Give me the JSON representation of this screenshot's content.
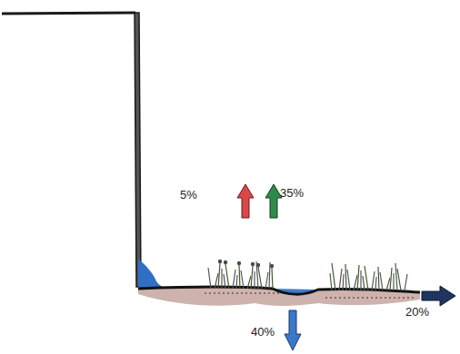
{
  "diagram": {
    "labels": [
      "5%",
      "35%",
      "40%",
      "20%"
    ]
  }
}
